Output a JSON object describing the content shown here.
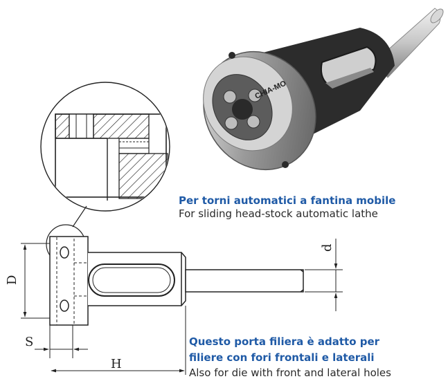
{
  "product": {
    "brand_engraving": "CHIA-MO"
  },
  "captions": {
    "title_it": "Per torni automatici a fantina mobile",
    "title_en": "For sliding head-stock automatic lathe",
    "note_it_line1": "Questo porta filiera è adatto per",
    "note_it_line2": "filiere con fori frontali e laterali",
    "note_en": "Also for die with front and lateral holes"
  },
  "dimensions": {
    "D": "D",
    "S": "S",
    "H": "H",
    "d": "d"
  },
  "colors": {
    "accent_text": "#1f5aa6",
    "body_text": "#2a2a2a",
    "line": "#222222"
  }
}
